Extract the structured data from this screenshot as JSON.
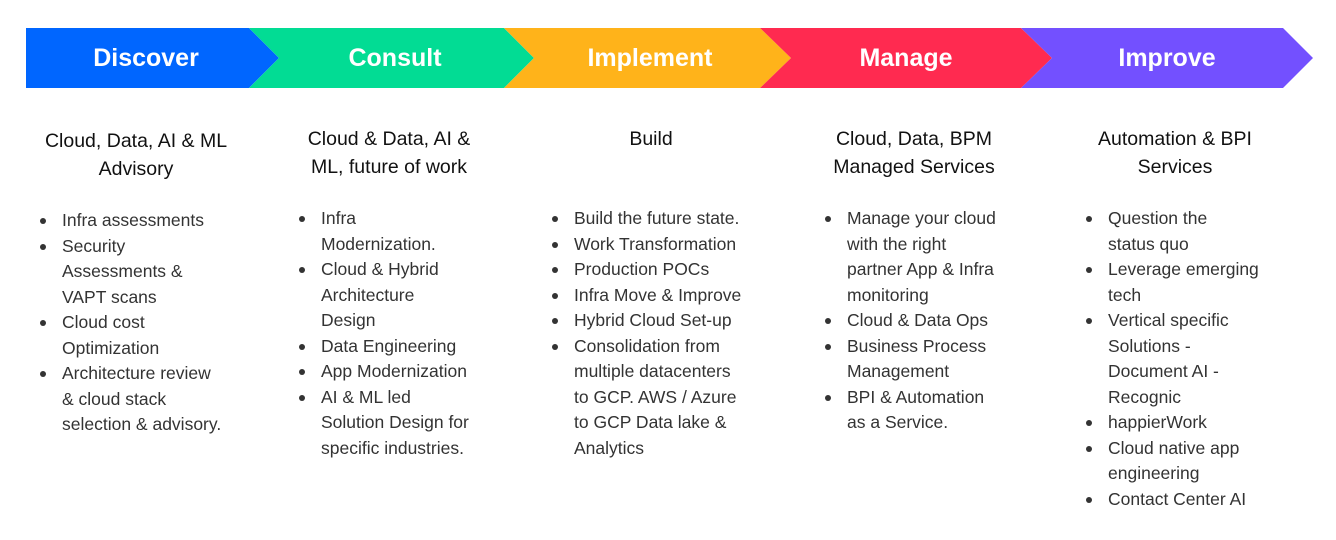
{
  "colors": {
    "discover": "#0066ff",
    "consult": "#02dc94",
    "implement": "#ffb31a",
    "manage": "#ff2a50",
    "improve": "#7350ff"
  },
  "stages": [
    {
      "label": "Discover",
      "heading": "Cloud, Data, AI & ML\nAdvisory",
      "items": [
        "Infra assessments",
        "Security\nAssessments &\nVAPT scans",
        "Cloud cost\nOptimization",
        "Architecture review\n& cloud stack\nselection & advisory."
      ]
    },
    {
      "label": "Consult",
      "heading": "Cloud & Data, AI &\nML, future of work",
      "items": [
        "Infra\nModernization.",
        "Cloud & Hybrid\nArchitecture\nDesign",
        "Data Engineering",
        "App Modernization",
        "AI & ML led\nSolution Design for\nspecific industries."
      ]
    },
    {
      "label": "Implement",
      "heading": "Build",
      "items": [
        "Build the future state.",
        "Work Transformation",
        "Production POCs",
        "Infra Move & Improve",
        "Hybrid Cloud Set-up",
        "Consolidation from\nmultiple datacenters\nto GCP. AWS / Azure\nto GCP Data lake &\nAnalytics"
      ]
    },
    {
      "label": "Manage",
      "heading": "Cloud, Data, BPM\nManaged Services",
      "items": [
        "Manage your cloud\nwith the right\npartner App & Infra\nmonitoring",
        "Cloud & Data Ops",
        "Business Process\nManagement",
        "BPI & Automation\nas a Service."
      ]
    },
    {
      "label": "Improve",
      "heading": "Automation & BPI\nServices",
      "items": [
        "Question the\nstatus quo",
        "Leverage emerging\ntech",
        "Vertical specific\nSolutions -\nDocument AI -\nRecognic",
        "happierWork",
        "Cloud native app\nengineering",
        "Contact Center AI"
      ]
    }
  ]
}
